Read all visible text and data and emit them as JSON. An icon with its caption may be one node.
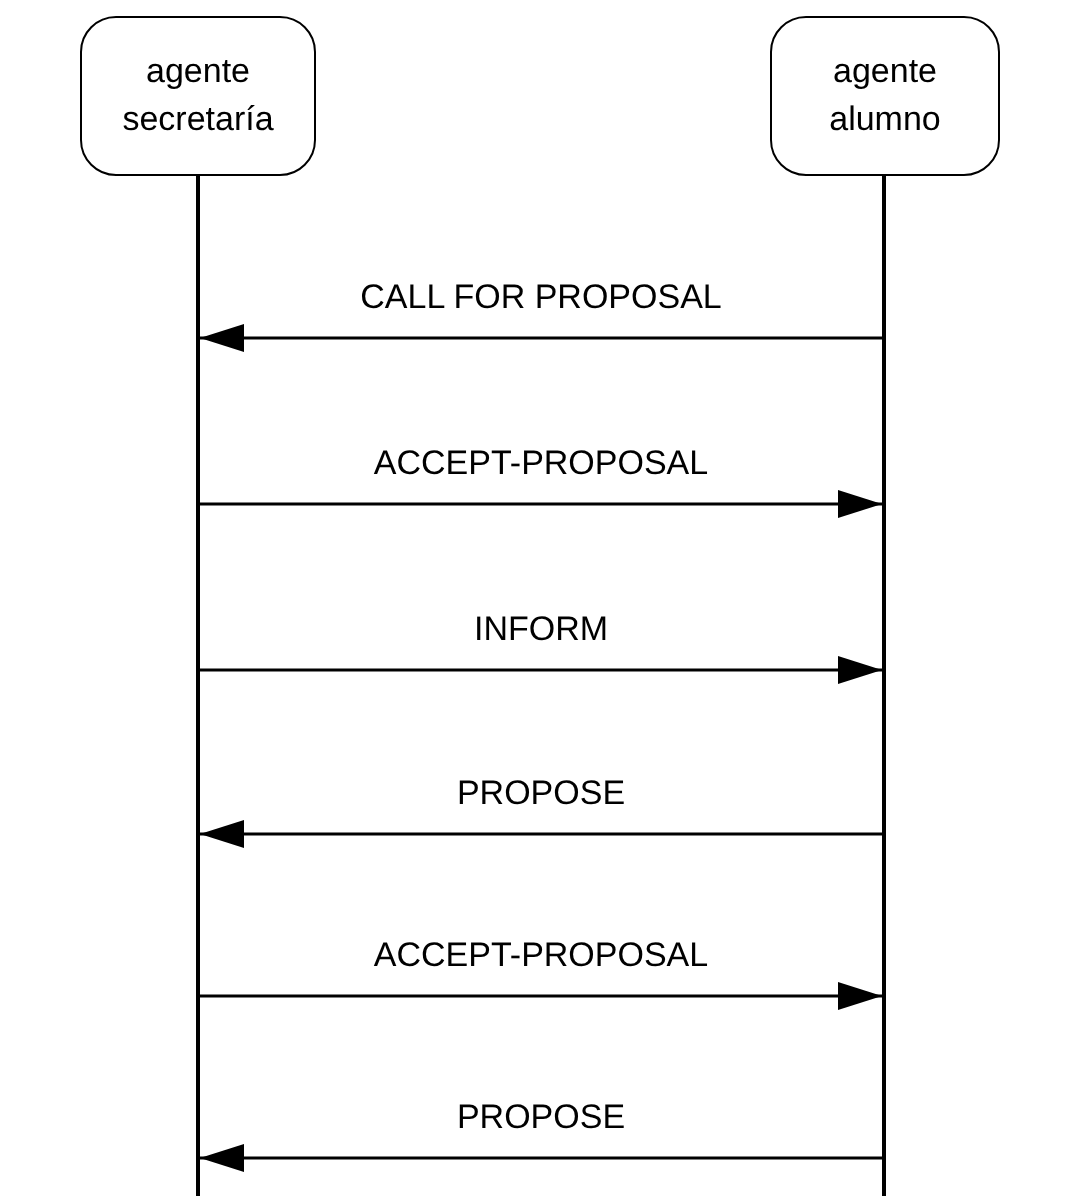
{
  "diagram": {
    "nodes": [
      {
        "text": [
          "agente secretaría"
        ]
      },
      {
        "text": [
          "agente alumno"
        ]
      },
      {
        "text": [],
        "shape": "bar"
      },
      {
        "text": [],
        "shape": "bar"
      }
    ],
    "edges": [
      {
        "from": 3,
        "to": 2,
        "arrow": "to",
        "label": "CALL FOR PROPOSAL"
      },
      {
        "from": 2,
        "to": 3,
        "arrow": "to",
        "label": "ACCEPT-PROPOSAL"
      },
      {
        "from": 2,
        "to": 3,
        "arrow": "to",
        "label": "INFORM"
      },
      {
        "from": 3,
        "to": 2,
        "arrow": "to",
        "label": "PROPOSE"
      },
      {
        "from": 2,
        "to": 3,
        "arrow": "to",
        "label": "ACCEPT-PROPOSAL"
      },
      {
        "from": 3,
        "to": 2,
        "arrow": "to",
        "label": "PROPOSE"
      }
    ]
  }
}
